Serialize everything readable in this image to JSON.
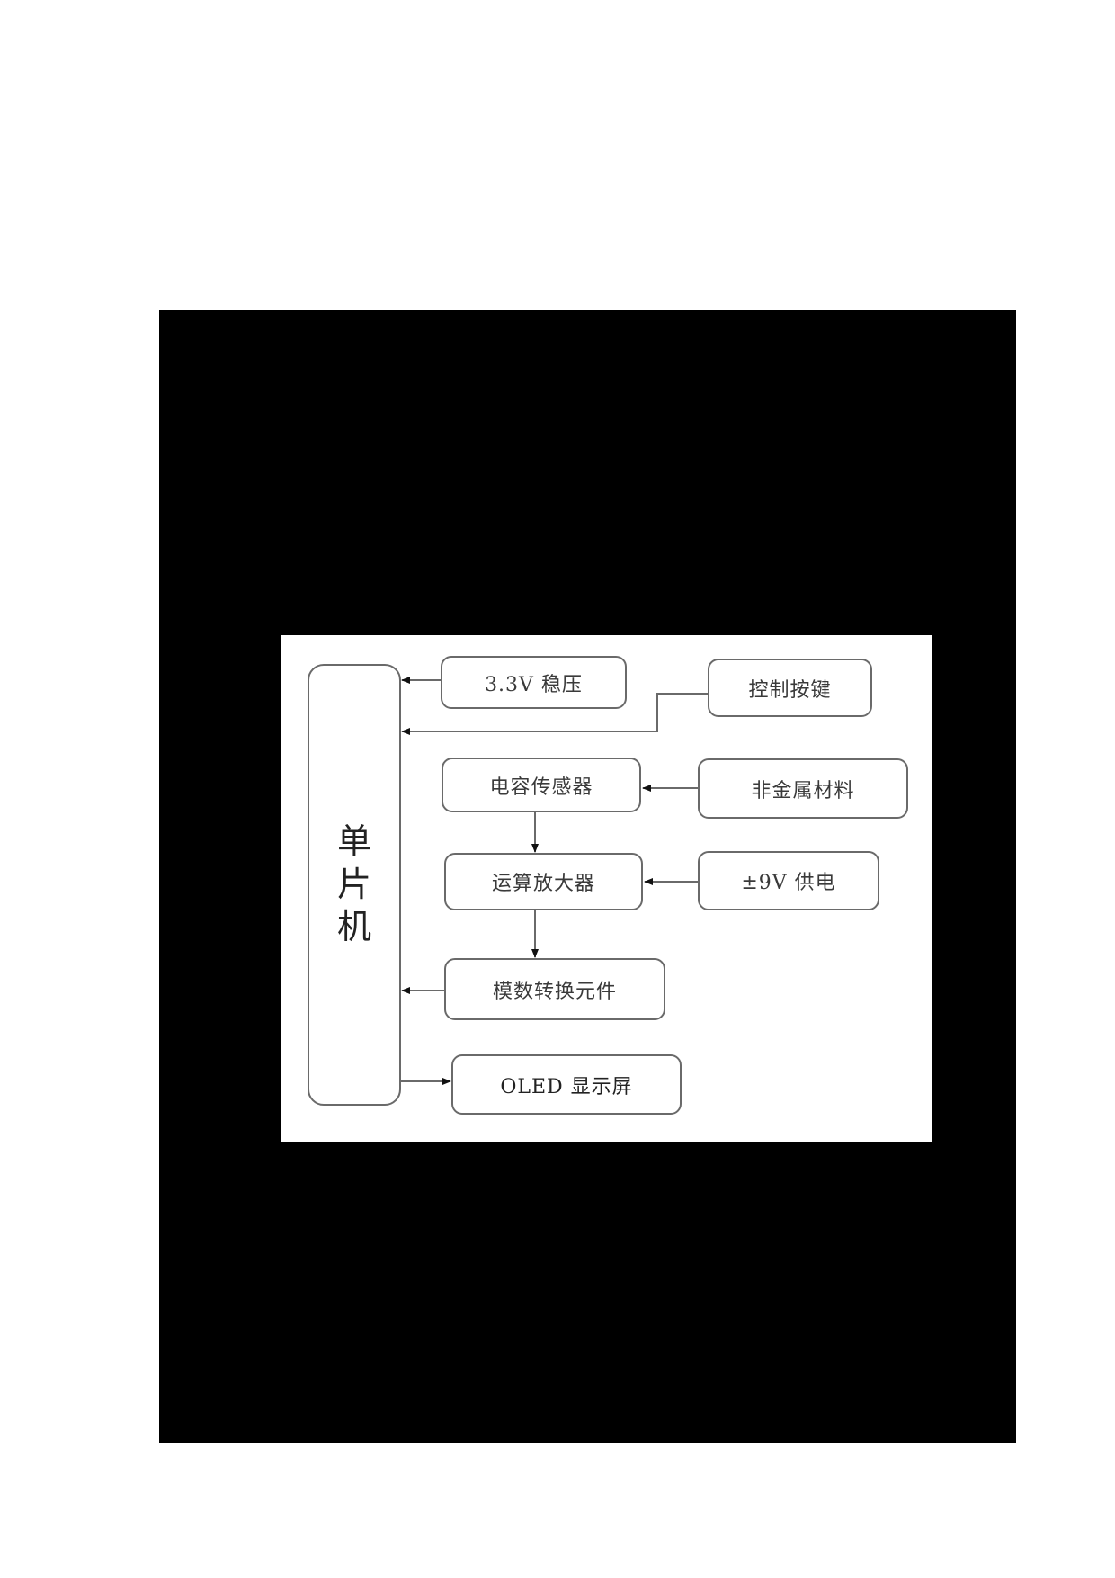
{
  "diagram": {
    "mcu": {
      "label": "单片机",
      "chars": [
        "单",
        "片",
        "机"
      ]
    },
    "blocks": {
      "regulator": "3.3V 稳压",
      "control_keys": "控制按键",
      "cap_sensor": "电容传感器",
      "non_metal": "非金属材料",
      "op_amp": "运算放大器",
      "power_9v": "±9V 供电",
      "adc": "模数转换元件",
      "oled": "OLED 显示屏"
    },
    "connections": [
      {
        "from": "3.3V 稳压",
        "to": "单片机"
      },
      {
        "from": "控制按键",
        "to": "单片机"
      },
      {
        "from": "非金属材料",
        "to": "电容传感器"
      },
      {
        "from": "电容传感器",
        "to": "运算放大器"
      },
      {
        "from": "±9V 供电",
        "to": "运算放大器"
      },
      {
        "from": "运算放大器",
        "to": "模数转换元件"
      },
      {
        "from": "模数转换元件",
        "to": "单片机"
      },
      {
        "from": "单片机",
        "to": "OLED 显示屏"
      }
    ],
    "colors": {
      "frame": "#000000",
      "panel": "#ffffff",
      "stroke": "#6a6a6a",
      "text": "#3a3a3a"
    }
  }
}
